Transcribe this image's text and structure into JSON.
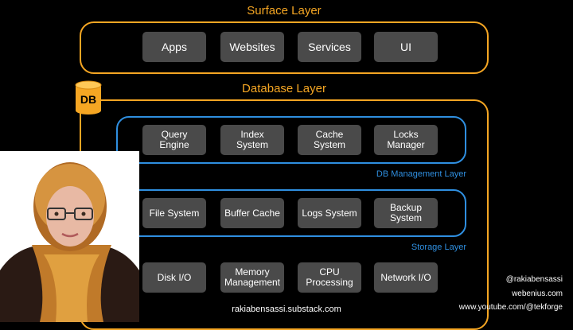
{
  "surface_layer": {
    "title": "Surface Layer",
    "items": [
      "Apps",
      "Websites",
      "Services",
      "UI"
    ]
  },
  "database_layer": {
    "title": "Database Layer",
    "badge": "DB"
  },
  "db_management_layer": {
    "label": "DB Management Layer",
    "items": [
      "Query Engine",
      "Index System",
      "Cache System",
      "Locks Manager"
    ]
  },
  "storage_layer": {
    "label": "Storage Layer",
    "items": [
      "File System",
      "Buffer Cache",
      "Logs System",
      "Backup\nSystem"
    ]
  },
  "hardware_items": [
    "Disk I/O",
    "Memory\nManagement",
    "CPU\nProcessing",
    "Network I/O"
  ],
  "credits": {
    "handle": "@rakiabensassi",
    "site": "webenius.com",
    "youtube": "www.youtube.com/@tekforge",
    "substack": "rakiabensassi.substack.com"
  },
  "colors": {
    "accent_orange": "#f5a623",
    "accent_blue": "#2f8fe0",
    "tile_gray": "#4a4a4a",
    "background": "#000000"
  },
  "icons": {
    "db_badge": "database-cylinder-icon",
    "presenter": "presenter-photo"
  }
}
